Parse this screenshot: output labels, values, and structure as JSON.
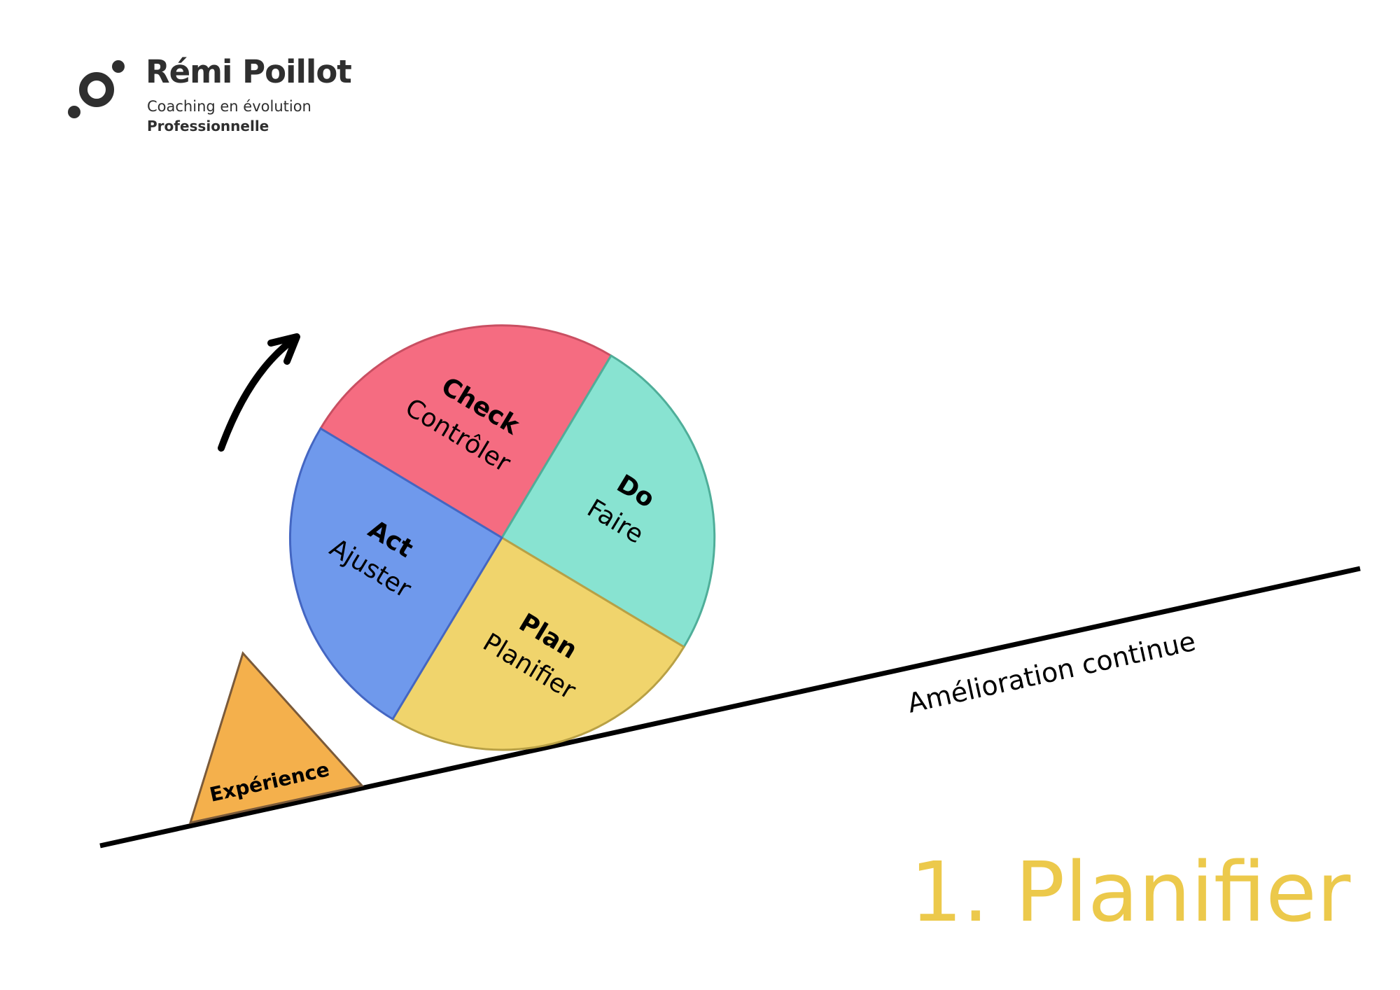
{
  "brand": {
    "name": "Rémi Poillot",
    "tagline": "Coaching en évolution",
    "tagline_bold": "Professionnelle"
  },
  "wheel": {
    "segments": [
      {
        "id": "check",
        "title": "Check",
        "subtitle": "Contrôler",
        "color": "#f56c81"
      },
      {
        "id": "do",
        "title": "Do",
        "subtitle": "Faire",
        "color": "#88e3d1"
      },
      {
        "id": "plan",
        "title": "Plan",
        "subtitle": "Planifier",
        "color": "#f0d46c"
      },
      {
        "id": "act",
        "title": "Act",
        "subtitle": "Ajuster",
        "color": "#6f99ec"
      }
    ]
  },
  "wedge": {
    "label": "Expérience",
    "color": "#f4b04c"
  },
  "slope": {
    "label": "Amélioration continue"
  },
  "step": {
    "title": "1. Planifier",
    "color": "#ecc94b"
  }
}
